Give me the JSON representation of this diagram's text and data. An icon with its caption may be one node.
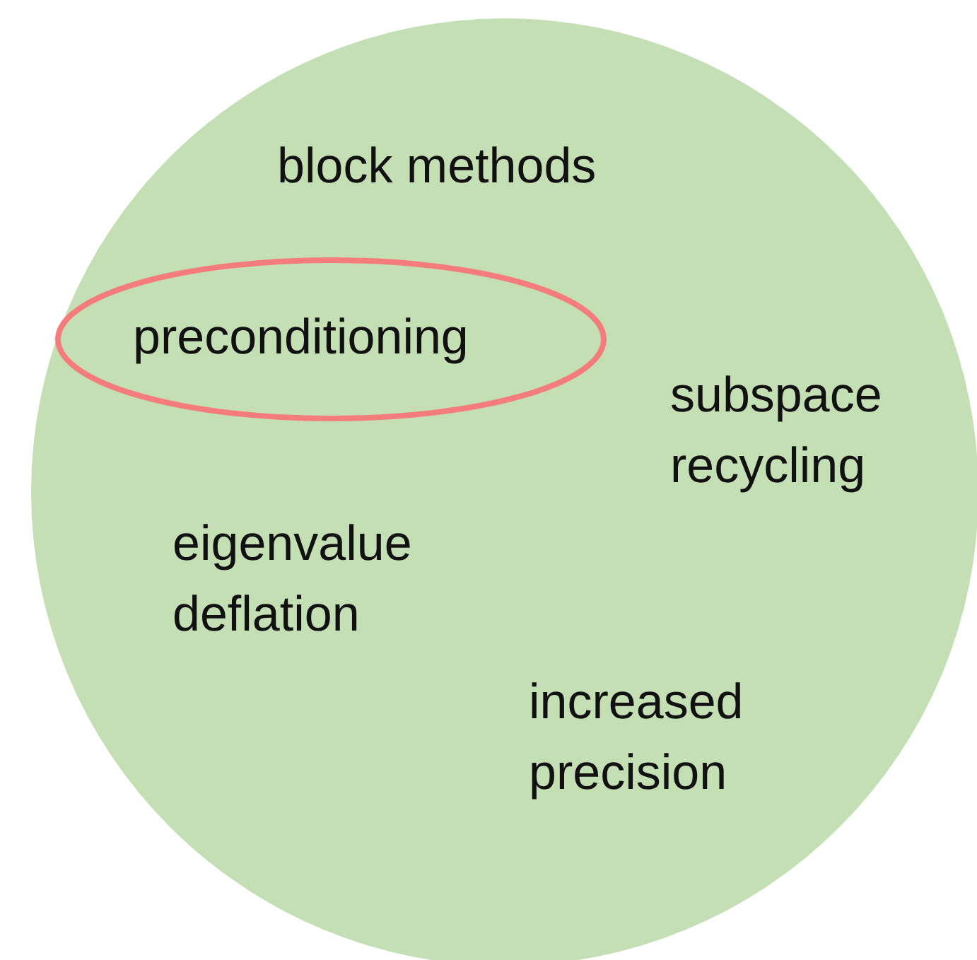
{
  "diagram": {
    "nodes": [
      {
        "text": [
          "block methods",
          "subspace recycling",
          "eigenvalue deflation",
          "increased precision"
        ]
      },
      {
        "text": [
          "preconditioning"
        ],
        "in": 0
      }
    ]
  }
}
